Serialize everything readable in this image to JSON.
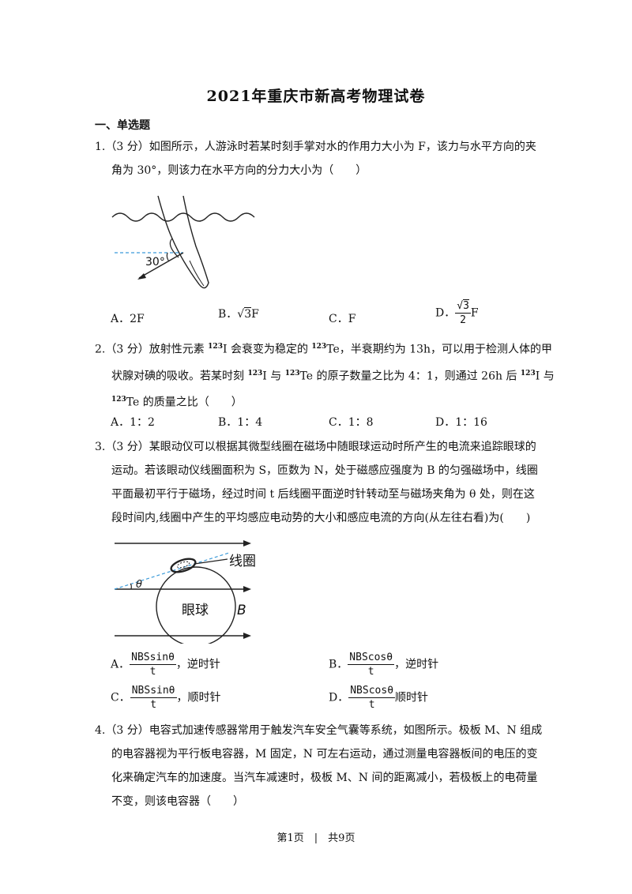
{
  "title": "2021年重庆市新高考物理试卷",
  "section": "一、单选题",
  "q1": {
    "line1": "1.（3 分）如图所示，人游泳时若某时刻手掌对水的作用力大小为 F，该力与水平方向的夹",
    "line2": "角为 30°，则该力在水平方向的分力大小为（　　）",
    "angle_label": "30°",
    "options": {
      "A": "A．2F",
      "B_prefix": "B．",
      "B_val": "3",
      "B_suffix": "F",
      "C": "C．F",
      "D_prefix": "D．",
      "D_num": "3",
      "D_den": "2",
      "D_suffix": "F"
    }
  },
  "q2": {
    "l1a": "2.（3 分）放射性元素 ",
    "l1b": "I 会衰变为稳定的 ",
    "l1c": "Te，半衰期约为 13h，可以用于检测人体的甲",
    "l2a": "状腺对碘的吸收。若某时刻 ",
    "l2b": "I 与 ",
    "l2c": "Te 的原子数量之比为 4：1，则通过 26h 后 ",
    "l2d": "I 与",
    "l3a": "Te 的质量之比（　　）",
    "mass": "123",
    "options": [
      "A．1：2",
      "B．1：4",
      "C．1：8",
      "D．1：16"
    ]
  },
  "q3": {
    "line1": "3.（3 分）某眼动仪可以根据其微型线圈在磁场中随眼球运动时所产生的电流来追踪眼球的",
    "line2": "运动。若该眼动仪线圈面积为 S，匝数为 N，处于磁感应强度为 B 的匀强磁场中，线圈",
    "line3": "平面最初平行于磁场，经过时间 t 后线圈平面逆时针转动至与磁场夹角为 θ 处，则在这",
    "line4": "段时间内,线圈中产生的平均感应电动势的大小和感应电流的方向(从左往右看)为(　　)",
    "fig_coil": "线圈",
    "fig_eye": "眼球",
    "fig_B": "B",
    "fig_theta": "θ",
    "options": [
      {
        "prefix": "A．",
        "num": "NBSsinθ",
        "den": "t",
        "suffix": "，逆时针"
      },
      {
        "prefix": "B．",
        "num": "NBScosθ",
        "den": "t",
        "suffix": "，逆时针"
      },
      {
        "prefix": "C．",
        "num": "NBSsinθ",
        "den": "t",
        "suffix": "，顺时针"
      },
      {
        "prefix": "D．",
        "num": "NBScosθ",
        "den": "t",
        "suffix": "顺时针"
      }
    ]
  },
  "q4": {
    "line1": "4.（3 分）电容式加速传感器常用于触发汽车安全气囊等系统，如图所示。极板 M、N 组成",
    "line2": "的电容器视为平行板电容器，M 固定，N 可左右运动，通过测量电容器板间的电压的变",
    "line3": "化来确定汽车的加速度。当汽车减速时，极板 M、N 间的距离减小，若极板上的电荷量",
    "line4": "不变，则该电容器（　　）"
  },
  "footer": "第1页　|　共9页"
}
